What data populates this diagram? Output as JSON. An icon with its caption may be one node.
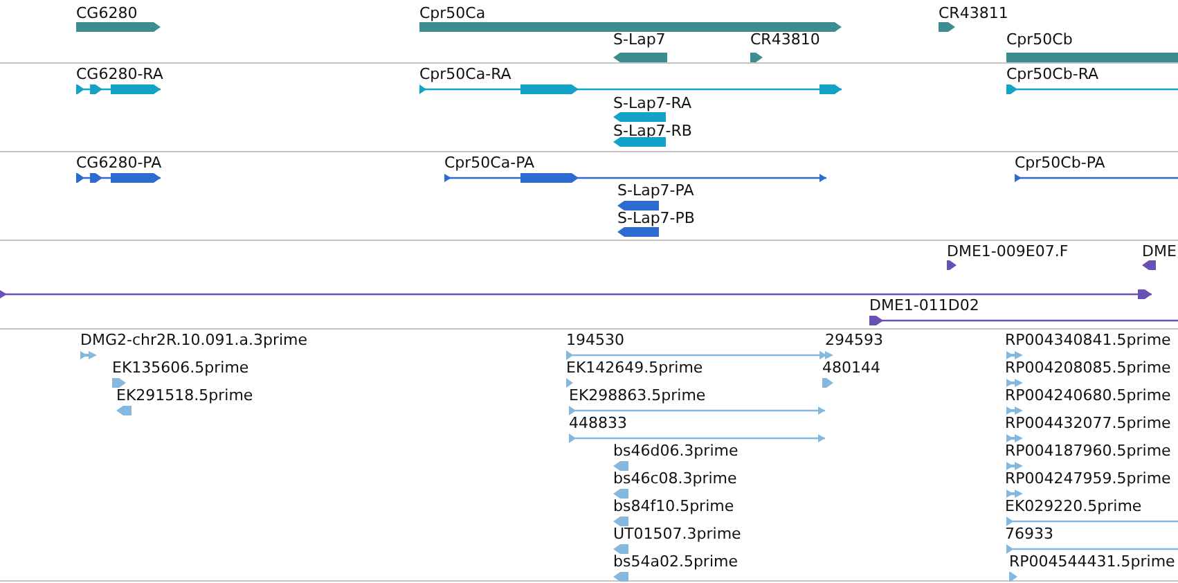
{
  "diagram": {
    "nodes": [
      {
        "text": [
          "CG6280"
        ]
      },
      {
        "text": [
          "Cpr50Ca"
        ]
      },
      {
        "text": [
          "CR43811"
        ]
      },
      {
        "text": [
          "S-Lap7"
        ]
      },
      {
        "text": [
          "CR43810"
        ]
      },
      {
        "text": [
          "Cpr50Cb"
        ]
      },
      {
        "text": [
          "CG6280-RA"
        ]
      },
      {
        "text": [
          "Cpr50Ca-RA"
        ]
      },
      {
        "text": [
          "Cpr50Cb-RA"
        ]
      },
      {
        "text": [
          "S-Lap7-RA"
        ]
      },
      {
        "text": [
          "S-Lap7-RB"
        ]
      },
      {
        "text": [
          "CG6280-PA"
        ]
      },
      {
        "text": [
          "Cpr50Ca-PA"
        ]
      },
      {
        "text": [
          "Cpr50Cb-PA"
        ]
      },
      {
        "text": [
          "S-Lap7-PA"
        ]
      },
      {
        "text": [
          "S-Lap7-PB"
        ]
      },
      {
        "text": [
          "DME1-009E07.F"
        ]
      },
      {
        "text": [
          "DME"
        ]
      },
      {
        "text": [],
        "shape": "bar"
      },
      {
        "text": [
          "DME1-011D02"
        ]
      },
      {
        "text": [
          "DMG2-chr2R.10.091.a.3prime"
        ]
      },
      {
        "text": [
          "194530"
        ]
      },
      {
        "text": [
          "294593"
        ]
      },
      {
        "text": [
          "RP004340841.5prime"
        ]
      },
      {
        "text": [
          "EK135606.5prime"
        ]
      },
      {
        "text": [
          "EK142649.5prime"
        ]
      },
      {
        "text": [
          "480144"
        ]
      },
      {
        "text": [
          "RP004208085.5prime"
        ]
      },
      {
        "text": [
          "EK291518.5prime"
        ]
      },
      {
        "text": [
          "EK298863.5prime"
        ]
      },
      {
        "text": [
          "RP004240680.5prime"
        ]
      },
      {
        "text": [
          "448833"
        ]
      },
      {
        "text": [
          "RP004432077.5prime"
        ]
      },
      {
        "text": [
          "bs46d06.3prime"
        ]
      },
      {
        "text": [
          "RP004187960.5prime"
        ]
      },
      {
        "text": [
          "bs46c08.3prime"
        ]
      },
      {
        "text": [
          "RP004247959.5prime"
        ]
      },
      {
        "text": [
          "bs84f10.5prime"
        ]
      },
      {
        "text": [
          "EK029220.5prime"
        ]
      },
      {
        "text": [
          "UT01507.3prime"
        ]
      },
      {
        "text": [
          "76933"
        ]
      },
      {
        "text": [
          "bs54a02.5prime"
        ]
      },
      {
        "text": [
          "RP004544431.5prime"
        ]
      }
    ]
  }
}
